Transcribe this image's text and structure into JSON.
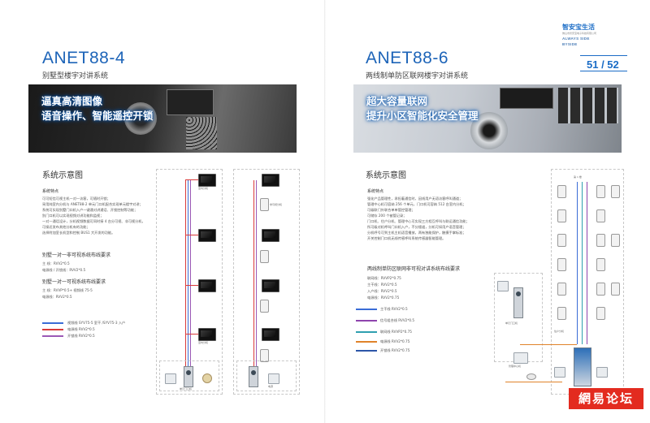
{
  "brand": {
    "logo_text": "智安宝生活",
    "logo_sub": "佛山市智安宝电子科技有限公司",
    "tagline_1": "ALWAYS SIDE",
    "tagline_2": "BYSIDE",
    "page_numbers": "51 / 52"
  },
  "left": {
    "model": "ANET88-4",
    "subtitle": "别墅型楼宇对讲系统",
    "slogan_1": "逼真高清图像",
    "slogan_2": "语音操作、智能遥控开锁",
    "section_title": "系统示意图",
    "features_heading": "系统特点",
    "features": [
      "可可短信可视主机一对一访客，可随时开锁；",
      "采用纯室内分机与 ANET88-2 单元门口机配合实现单元楼宇对讲；",
      "系统可实现别墅门口机入户一键通对讲通话、开锁控制等功能；",
      "别门口机可以实现视频对讲功能和监视；",
      "一对一通话设计，分机视频数据可同时接 4 台分可视、非可视分机，",
      "可接近发布其他分机有的功能；",
      "选择附加室长机型和控制 BUS1 大开发的功能。"
    ],
    "nonvideo_heading": "别墅一对一非可视系统布线要求",
    "nonvideo_lines": [
      "主 线：RVV2*0.5",
      "电源线 / 开锁线：RVV2*0.5"
    ],
    "video_heading": "别墅一对一可视系统布线要求",
    "video_lines": [
      "主 线：RVVP*0.5+ 视频线 75-5",
      "电源线：RVV2*0.5"
    ],
    "legend": [
      {
        "label": "视频线 SYV75-5 室干 /SYV75-3 入户",
        "color": "#3a6cd6"
      },
      {
        "label": "电源线   RVV2*0.5",
        "color": "#d93a3a"
      },
      {
        "label": "开锁线   RVV2*0.5",
        "color": "#9b59b6"
      }
    ],
    "diagram": {
      "monitor_caption": "室内分机",
      "intercom_caption": "单元门口机",
      "phone_caption": "非可视分机",
      "power_caption": "电源"
    }
  },
  "right": {
    "model": "ANET88-6",
    "subtitle": "两线制单防区联网楼宇对讲系统",
    "slogan_1": "超大容量联网",
    "slogan_2": "提升小区智能化安全管理",
    "section_title": "系统示意图",
    "features_heading": "系统特点",
    "features": [
      "强化产品管理性，承担着通信时，因线用户无语访客呼叫通道；",
      "管理中心机可容纳 256 个单元，门口机可容纳 512 台室内分机；",
      "可级联门外联合单单管控管理；",
      "可储存 200 个被管记录；",
      "门口机、住户分机、管理中心可实现三方相互呼叫与联运通信功能；",
      "所可级对机呼叫门口机入户，不分楼道，分机可如用户语音管理；",
      "分机呼号可到主机主机语音播放，两有独能保护，触摸手掌标准；",
      "开关控制门口机无线传感呼叫系统传感器智能管理。"
    ],
    "wiring_heading": "两线制单防区联网非可视对讲系统布线要求",
    "wiring_lines": [
      "联网线：RVVP2*0.75",
      "主干线：RVV2*0.5",
      "入户线：RVV2*0.5",
      "电源线：RVV2*0.75"
    ],
    "legend": [
      {
        "label": "主干线   RVV2*0.5",
        "color": "#3a6cd6"
      },
      {
        "label": "信号组合线   RVV2*0.5",
        "color": "#8e44ad"
      },
      {
        "label": "联网线   RVVP2*0.75",
        "color": "#2f9fb0"
      },
      {
        "label": "电源线   RVV2*0.75",
        "color": "#e0832a"
      },
      {
        "label": "开锁线   RVV2*0.75",
        "color": "#2c56a8"
      }
    ],
    "diagram": {
      "floor_caption": "第 1 楼",
      "unit_caption": "单元门口机",
      "center_caption": "管理中心机",
      "phone_caption": "住户分机"
    }
  },
  "watermark": "網易论坛"
}
